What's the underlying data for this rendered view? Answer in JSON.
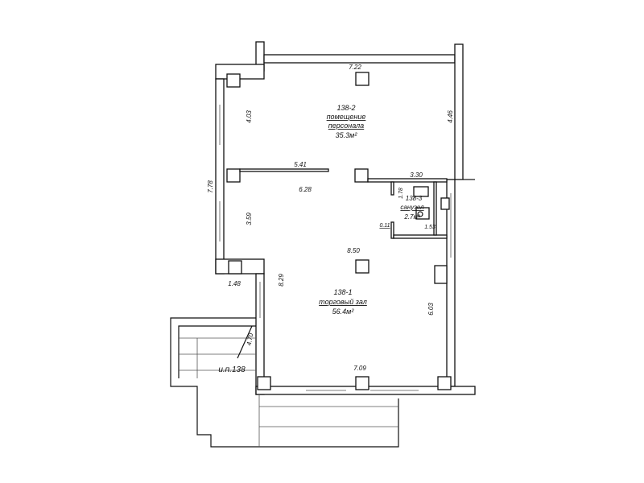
{
  "rooms": [
    {
      "id": "138-2",
      "name": "помещение персонала",
      "name_line1": "помещение",
      "name_line2": "персонала",
      "area": "35.3м²"
    },
    {
      "id": "138-1",
      "name": "торговый зал",
      "area": "56.4м²"
    },
    {
      "id": "138-3",
      "name": "санузел",
      "area": "2.7м²"
    }
  ],
  "dimensions": {
    "top": "7.22",
    "upper_left": "4.03",
    "upper_right": "4.46",
    "left_total": "7.78",
    "partition": "5.41",
    "room_width": "6.28",
    "wc_top": "3.30",
    "wc_side": "1.78",
    "wc_small": "0.11",
    "wc_bottom": "1.53",
    "mid_left": "3.59",
    "mid": "8.50",
    "step": "1.48",
    "lower_left": "8.29",
    "lower_right": "6.03",
    "vestibule": "4.70",
    "bottom": "7.09"
  },
  "label_entrance": "и.п.138"
}
